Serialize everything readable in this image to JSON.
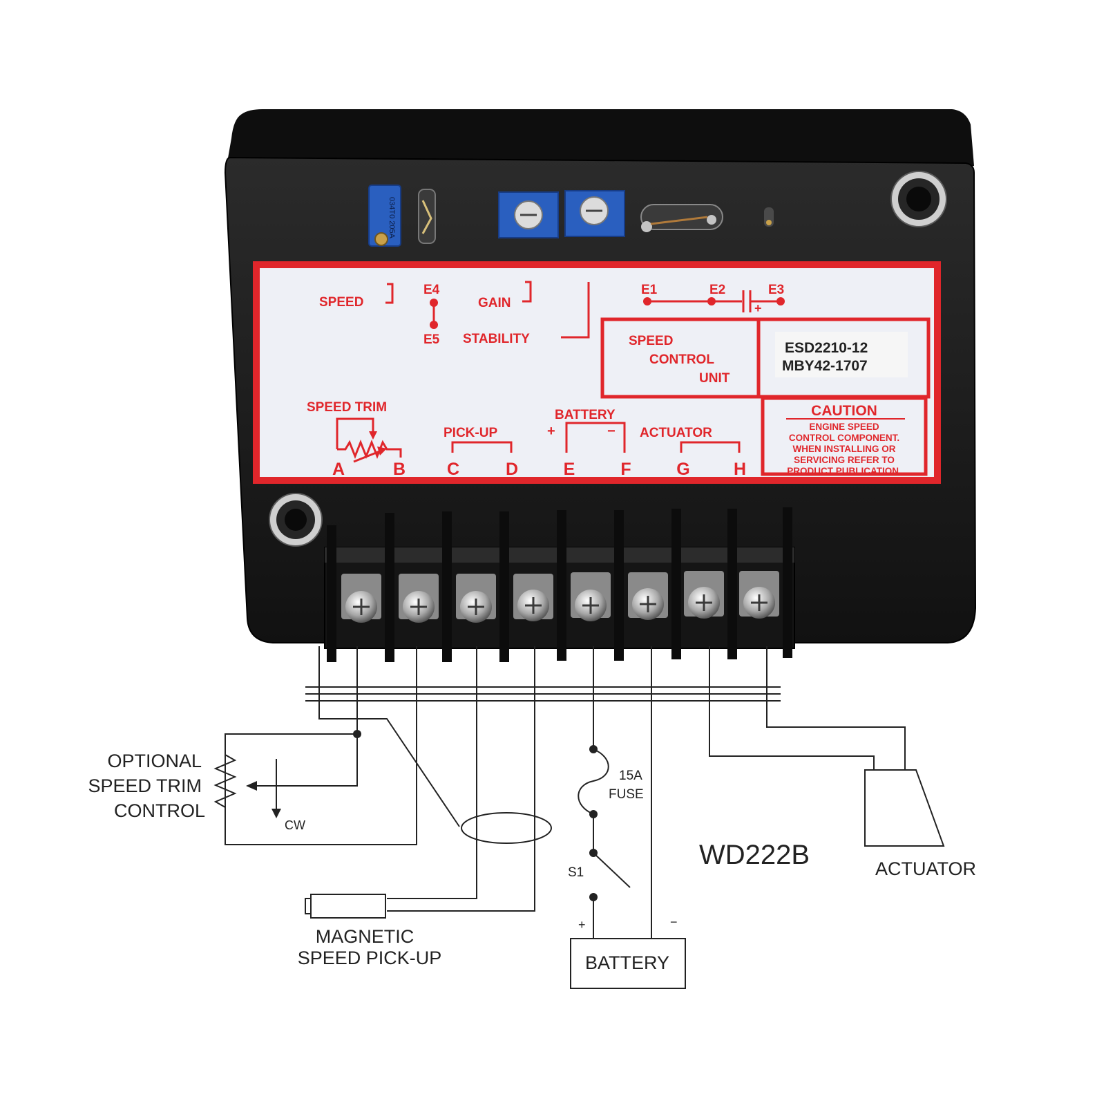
{
  "device": {
    "colors": {
      "body": "#1c1c1c",
      "label_bg": "#eef0f6",
      "label_red": "#e0262b",
      "trimpot_blue": "#2a5fbf"
    },
    "trimpot_marking": "034T0 205A",
    "label": {
      "speed": "SPEED",
      "e4": "E4",
      "e5": "E5",
      "gain": "GAIN",
      "stability": "STABILITY",
      "e1": "E1",
      "e2": "E2",
      "e3": "E3",
      "plus_sign": "+",
      "unit_title_line1": "SPEED",
      "unit_title_line2": "CONTROL",
      "unit_title_line3": "UNIT",
      "model_line1": "ESD2210-12",
      "model_line2": "MBY42-1707",
      "speed_trim": "SPEED TRIM",
      "pickup": "PICK-UP",
      "battery": "BATTERY",
      "battery_plus": "+",
      "battery_minus": "−",
      "actuator": "ACTUATOR",
      "caution_title": "CAUTION",
      "caution_lines": [
        "ENGINE SPEED",
        "CONTROL COMPONENT.",
        "WHEN INSTALLING OR",
        "SERVICING REFER TO",
        "PRODUCT PUBLICATION."
      ],
      "terminals": [
        "A",
        "B",
        "C",
        "D",
        "E",
        "F",
        "G",
        "H"
      ]
    }
  },
  "wiring": {
    "optional_trim_line1": "OPTIONAL",
    "optional_trim_line2": "SPEED TRIM",
    "optional_trim_line3": "CONTROL",
    "cw": "CW",
    "pickup_line1": "MAGNETIC",
    "pickup_line2": "SPEED PICK-UP",
    "fuse_line1": "15A",
    "fuse_line2": "FUSE",
    "switch": "S1",
    "battery": "BATTERY",
    "battery_plus": "+",
    "battery_minus": "−",
    "model": "WD222B",
    "actuator": "ACTUATOR"
  }
}
